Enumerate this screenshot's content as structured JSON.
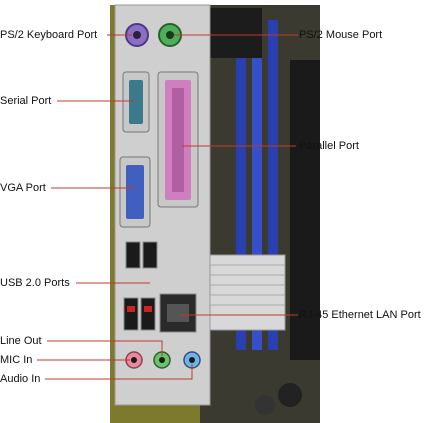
{
  "labels": {
    "ps2_keyboard": "PS/2 Keyboard Port",
    "ps2_mouse": "PS/2 Mouse Port",
    "serial": "Serial Port",
    "parallel": "Parallel Port",
    "vga": "VGA Port",
    "usb": "USB 2.0 Ports",
    "rj45": "RJ-45 Ethernet LAN Port",
    "line_out": "Line Out",
    "mic_in": "MIC In",
    "audio_in": "Audio In"
  },
  "colors": {
    "leader_line": "#c0392b",
    "ps2_keyboard": "#8b6fc4",
    "ps2_mouse": "#4fae5a",
    "serial": "#3a7a8c",
    "parallel": "#cf7fbf",
    "vga": "#4060c0",
    "line_out": "#6cc26a",
    "mic_in": "#e88aa0",
    "audio_in": "#6fb4e8",
    "pcb": "#8a8a2a",
    "bracket": "#c8c8c8",
    "slot": "#2a3fb0"
  }
}
